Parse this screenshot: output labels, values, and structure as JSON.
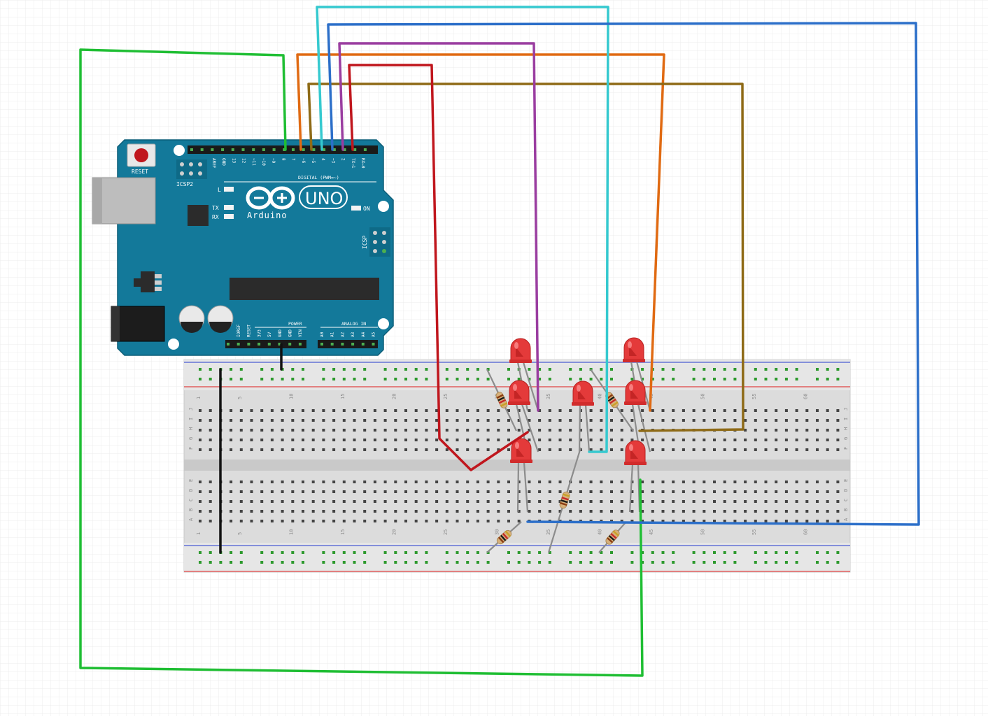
{
  "board": {
    "reset_label": "RESET",
    "icsp2_label": "ICSP2",
    "icsp_label": "ICSP",
    "l_label": "L",
    "tx_label": "TX",
    "rx_label": "RX",
    "on_label": "ON",
    "uno_label": "UNO",
    "brand_label": "Arduino",
    "digital_label": "DIGITAL (PWM=~)",
    "power_label": "POWER",
    "analog_label": "ANALOG IN",
    "top_pin_labels": [
      "AREF",
      "GND",
      "13",
      "12",
      "~11",
      "~10",
      "~9",
      "8",
      "7",
      "~6",
      "~5",
      "4",
      "~3",
      "2",
      "TX→1",
      "RX←0"
    ],
    "power_pin_labels": [
      "IOREF",
      "RESET",
      "3V3",
      "5V",
      "GND",
      "GND",
      "VIN"
    ],
    "analog_pin_labels": [
      "A0",
      "A1",
      "A2",
      "A3",
      "A4",
      "A5"
    ],
    "color": "#13799a"
  },
  "breadboard": {
    "column_numbers": [
      "1",
      "5",
      "10",
      "15",
      "20",
      "25",
      "30",
      "35",
      "40",
      "45",
      "50",
      "55",
      "60"
    ],
    "row_letters_top": [
      "J",
      "I",
      "H",
      "G",
      "F"
    ],
    "row_letters_bottom": [
      "E",
      "D",
      "C",
      "B",
      "A"
    ]
  },
  "wire_colors": {
    "red": "#c0161d",
    "purple": "#9a3da0",
    "orange": "#e06a12",
    "cyan": "#35c9cf",
    "blue": "#2c6fc9",
    "olive": "#8e6a16",
    "green": "#1fbe33",
    "black": "#111111"
  }
}
